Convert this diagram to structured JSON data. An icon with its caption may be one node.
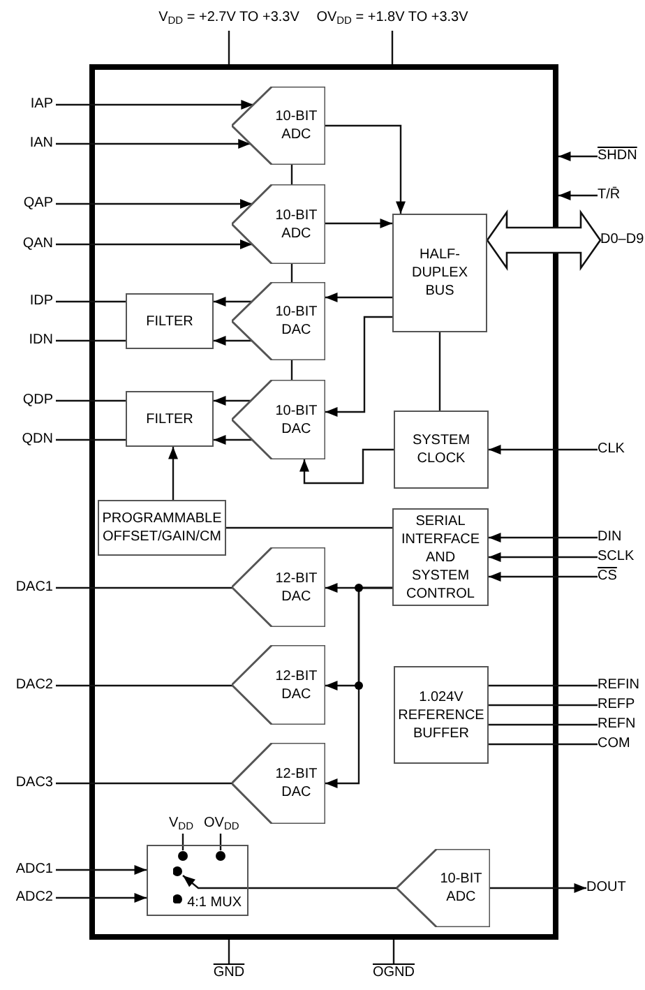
{
  "diagram": {
    "nodes": [
      {
        "text": [],
        "shape": "box"
      },
      {
        "text": [
          "V$_{DD}$ = +2.7V TO +3.3V"
        ]
      },
      {
        "text": [
          "OV$_{DD}$ = +1.8V TO +3.3V"
        ]
      },
      {
        "text": [
          "IAP"
        ]
      },
      {
        "text": [
          "IAN"
        ]
      },
      {
        "text": [
          "10-BIT ADC"
        ],
        "in": 0
      },
      {
        "text": [
          "SHDN"
        ]
      },
      {
        "text": [
          "T/R̄"
        ]
      },
      {
        "text": [
          "QAP"
        ]
      },
      {
        "text": [
          "QAN"
        ]
      },
      {
        "text": [
          "10-BIT ADC"
        ],
        "in": 0
      },
      {
        "text": [
          "HALF-DUPLEX BUS"
        ],
        "in": 0
      },
      {
        "text": [
          "D0–D9"
        ]
      },
      {
        "text": [
          "IDP"
        ]
      },
      {
        "text": [
          "IDN"
        ]
      },
      {
        "text": [
          "FILTER"
        ],
        "in": 0
      },
      {
        "text": [
          "10-BIT DAC"
        ],
        "in": 0
      },
      {
        "text": [
          "QDP"
        ]
      },
      {
        "text": [
          "QDN"
        ]
      },
      {
        "text": [
          "FILTER"
        ],
        "in": 0
      },
      {
        "text": [
          "10-BIT DAC"
        ],
        "in": 0
      },
      {
        "text": [
          "SYSTEM CLOCK"
        ],
        "in": 0
      },
      {
        "text": [
          "CLK"
        ]
      },
      {
        "text": [
          "PROGRAMMABLE OFFSET/GAIN/CM"
        ],
        "in": 0
      },
      {
        "text": [
          "SERIAL INTERFACE AND SYSTEM CONTROL"
        ],
        "in": 0
      },
      {
        "text": [
          "DIN"
        ]
      },
      {
        "text": [
          "SCLK"
        ]
      },
      {
        "text": [
          "CS"
        ]
      },
      {
        "text": [
          "DAC1"
        ]
      },
      {
        "text": [
          "12-BIT DAC"
        ],
        "in": 0
      },
      {
        "text": [
          "DAC2"
        ]
      },
      {
        "text": [
          "12-BIT DAC"
        ],
        "in": 0
      },
      {
        "text": [
          "1.024V REFERENCE BUFFER"
        ],
        "in": 0
      },
      {
        "text": [
          "REFIN"
        ]
      },
      {
        "text": [
          "REFP"
        ]
      },
      {
        "text": [
          "REFN"
        ]
      },
      {
        "text": [
          "COM"
        ]
      },
      {
        "text": [
          "DAC3"
        ]
      },
      {
        "text": [
          "12-BIT DAC"
        ],
        "in": 0
      },
      {
        "text": [
          "ADC1"
        ]
      },
      {
        "text": [
          "ADC2"
        ]
      },
      {
        "text": [
          "4:1 MUX"
        ],
        "in": 0
      },
      {
        "text": [
          "10-BIT ADC"
        ],
        "in": 0
      },
      {
        "text": [
          "DOUT"
        ]
      },
      {
        "text": [
          "GND"
        ]
      },
      {
        "text": [
          "OGND"
        ]
      }
    ],
    "edges": [
      {
        "from": 1,
        "to": 0,
        "arrow": "none"
      },
      {
        "from": 2,
        "to": 0,
        "arrow": "none"
      },
      {
        "from": 3,
        "to": 5,
        "arrow": "to"
      },
      {
        "from": 4,
        "to": 5,
        "arrow": "to"
      },
      {
        "from": 6,
        "to": 0,
        "arrow": "to"
      },
      {
        "from": 7,
        "to": 0,
        "arrow": "to"
      },
      {
        "from": 8,
        "to": 10,
        "arrow": "to"
      },
      {
        "from": 9,
        "to": 10,
        "arrow": "to"
      },
      {
        "from": 5,
        "to": 11,
        "arrow": "to"
      },
      {
        "from": 10,
        "to": 11,
        "arrow": "to"
      },
      {
        "from": 5,
        "to": 10,
        "arrow": "none"
      },
      {
        "from": 10,
        "to": 16,
        "arrow": "none"
      },
      {
        "from": 16,
        "to": 20,
        "arrow": "none"
      },
      {
        "from": 11,
        "to": 12,
        "arrow": "both",
        "style": "thick"
      },
      {
        "from": 11,
        "to": 16,
        "arrow": "to"
      },
      {
        "from": 11,
        "to": 20,
        "arrow": "to"
      },
      {
        "from": 16,
        "to": 15,
        "arrow": "to"
      },
      {
        "from": 16,
        "to": 15,
        "arrow": "to"
      },
      {
        "from": 15,
        "to": 13,
        "arrow": "none"
      },
      {
        "from": 15,
        "to": 14,
        "arrow": "none"
      },
      {
        "from": 20,
        "to": 19,
        "arrow": "to"
      },
      {
        "from": 20,
        "to": 19,
        "arrow": "to"
      },
      {
        "from": 19,
        "to": 17,
        "arrow": "none"
      },
      {
        "from": 19,
        "to": 18,
        "arrow": "none"
      },
      {
        "from": 11,
        "to": 21,
        "arrow": "none"
      },
      {
        "from": 22,
        "to": 21,
        "arrow": "to"
      },
      {
        "from": 21,
        "to": 20,
        "arrow": "to"
      },
      {
        "from": 23,
        "to": 19,
        "arrow": "to"
      },
      {
        "from": 23,
        "to": 24,
        "arrow": "none"
      },
      {
        "from": 25,
        "to": 24,
        "arrow": "to"
      },
      {
        "from": 26,
        "to": 24,
        "arrow": "to"
      },
      {
        "from": 27,
        "to": 24,
        "arrow": "to"
      },
      {
        "from": 24,
        "to": 29,
        "arrow": "to"
      },
      {
        "from": 24,
        "to": 31,
        "arrow": "to"
      },
      {
        "from": 24,
        "to": 38,
        "arrow": "to"
      },
      {
        "from": 29,
        "to": 28,
        "arrow": "none"
      },
      {
        "from": 31,
        "to": 30,
        "arrow": "none"
      },
      {
        "from": 38,
        "to": 37,
        "arrow": "none"
      },
      {
        "from": 32,
        "to": 33,
        "arrow": "none"
      },
      {
        "from": 32,
        "to": 34,
        "arrow": "none"
      },
      {
        "from": 32,
        "to": 35,
        "arrow": "none"
      },
      {
        "from": 32,
        "to": 36,
        "arrow": "none"
      },
      {
        "from": 39,
        "to": 41,
        "arrow": "to"
      },
      {
        "from": 40,
        "to": 41,
        "arrow": "to"
      },
      {
        "from": 42,
        "to": 41,
        "arrow": "to"
      },
      {
        "from": 42,
        "to": 43,
        "arrow": "to"
      },
      {
        "from": 44,
        "to": 0,
        "arrow": "none"
      },
      {
        "from": 45,
        "to": 0,
        "arrow": "none"
      }
    ],
    "labels": [
      "V$_{DD}$",
      "OV$_{DD}$"
    ]
  }
}
